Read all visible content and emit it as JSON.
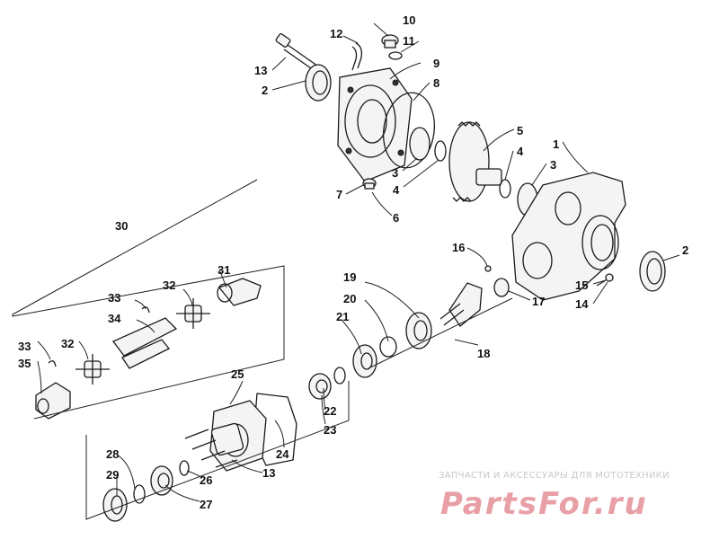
{
  "callouts": [
    {
      "id": "c12",
      "text": "12"
    },
    {
      "id": "c10",
      "text": "10"
    },
    {
      "id": "c11",
      "text": "11"
    },
    {
      "id": "c13a",
      "text": "13"
    },
    {
      "id": "c9",
      "text": "9"
    },
    {
      "id": "c2a",
      "text": "2"
    },
    {
      "id": "c8",
      "text": "8"
    },
    {
      "id": "c5",
      "text": "5"
    },
    {
      "id": "c1",
      "text": "1"
    },
    {
      "id": "c4a",
      "text": "4"
    },
    {
      "id": "c3a",
      "text": "3"
    },
    {
      "id": "c3b",
      "text": "3"
    },
    {
      "id": "c4b",
      "text": "4"
    },
    {
      "id": "c7",
      "text": "7"
    },
    {
      "id": "c6",
      "text": "6"
    },
    {
      "id": "c30",
      "text": "30"
    },
    {
      "id": "c16",
      "text": "16"
    },
    {
      "id": "c2b",
      "text": "2"
    },
    {
      "id": "c31",
      "text": "31"
    },
    {
      "id": "c32a",
      "text": "32"
    },
    {
      "id": "c19",
      "text": "19"
    },
    {
      "id": "c15",
      "text": "15"
    },
    {
      "id": "c14",
      "text": "14"
    },
    {
      "id": "c17",
      "text": "17"
    },
    {
      "id": "c33a",
      "text": "33"
    },
    {
      "id": "c20",
      "text": "20"
    },
    {
      "id": "c34",
      "text": "34"
    },
    {
      "id": "c21",
      "text": "21"
    },
    {
      "id": "c18",
      "text": "18"
    },
    {
      "id": "c33b",
      "text": "33"
    },
    {
      "id": "c32b",
      "text": "32"
    },
    {
      "id": "c35",
      "text": "35"
    },
    {
      "id": "c25",
      "text": "25"
    },
    {
      "id": "c22",
      "text": "22"
    },
    {
      "id": "c23",
      "text": "23"
    },
    {
      "id": "c24",
      "text": "24"
    },
    {
      "id": "c28",
      "text": "28"
    },
    {
      "id": "c13b",
      "text": "13"
    },
    {
      "id": "c26",
      "text": "26"
    },
    {
      "id": "c29",
      "text": "29"
    },
    {
      "id": "c27",
      "text": "27"
    }
  ],
  "watermark": {
    "caption": "ЗАПЧАСТИ И АКСЕССУАРЫ ДЛЯ МОТОТЕХНИКИ",
    "logo_text": "PartsFor.ru",
    "logo_color": "#e8a0a6"
  }
}
